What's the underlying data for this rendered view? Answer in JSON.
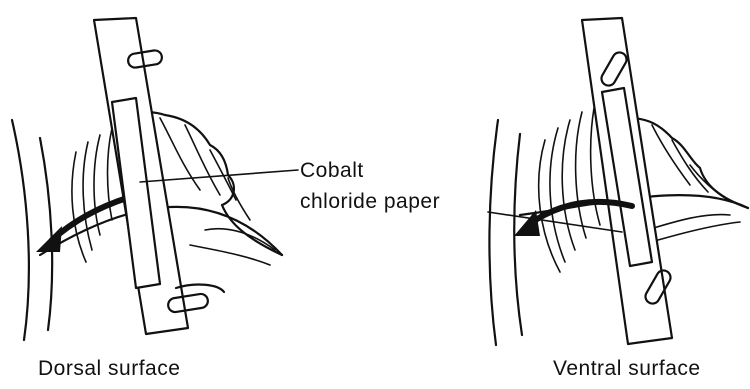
{
  "labels": {
    "paper_line1": "Cobalt",
    "paper_line2": "chloride paper",
    "left_caption": "Dorsal surface",
    "right_caption": "Ventral surface"
  },
  "colors": {
    "ink": "#111111",
    "background": "#ffffff"
  }
}
